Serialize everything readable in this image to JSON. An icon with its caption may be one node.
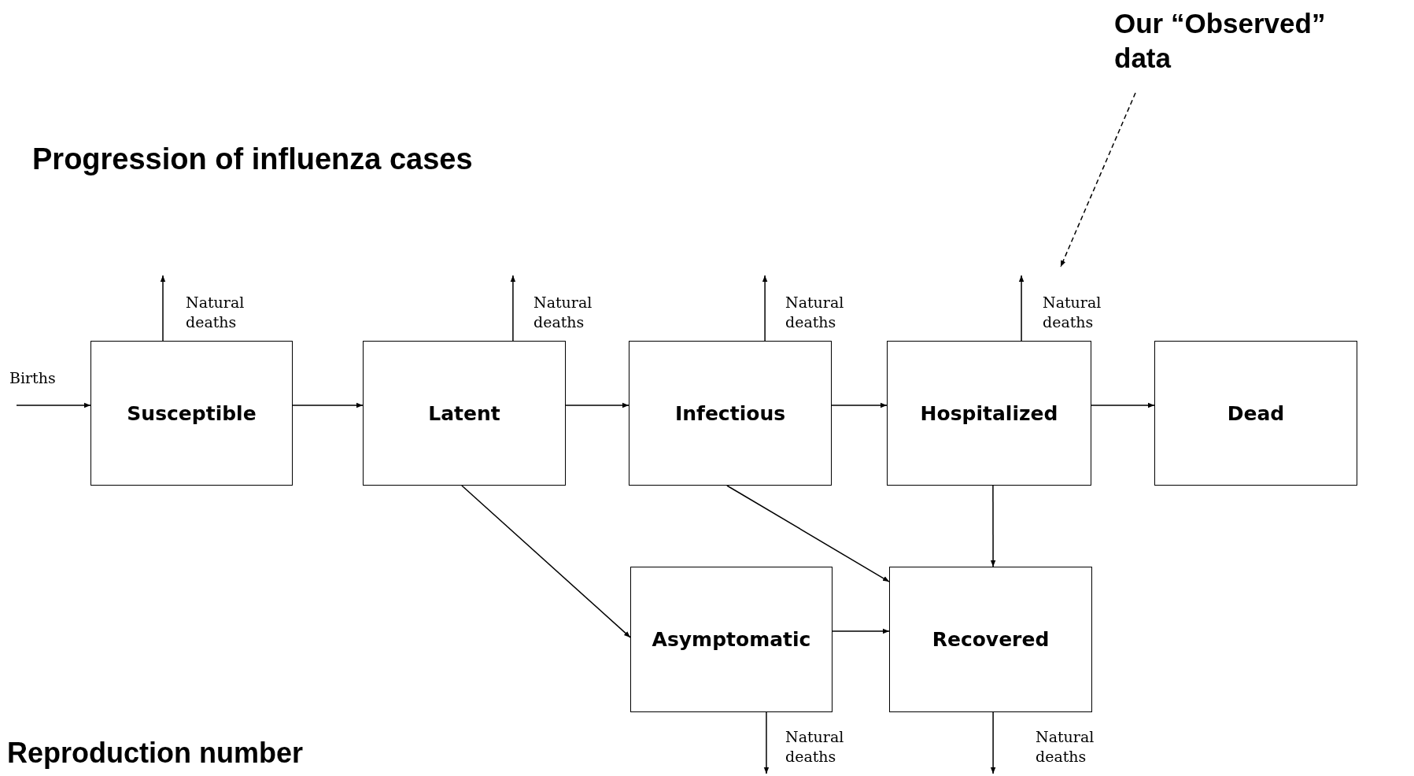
{
  "diagram": {
    "title": "Progression of influenza cases",
    "nodes": [
      {
        "text": [
          "Susceptible"
        ]
      },
      {
        "text": [
          "Latent"
        ]
      },
      {
        "text": [
          "Infectious"
        ]
      },
      {
        "text": [
          "Hospitalized"
        ]
      },
      {
        "text": [
          "Dead"
        ]
      },
      {
        "text": [
          "Asymptomatic"
        ]
      },
      {
        "text": [
          "Recovered"
        ]
      },
      {
        "text": [
          "Our “Observed” data"
        ]
      }
    ],
    "edges": [
      {
        "from": null,
        "to": 0,
        "arrow": "to",
        "label": "Births"
      },
      {
        "from": 0,
        "to": null,
        "arrow": "to",
        "label": "Natural deaths"
      },
      {
        "from": 0,
        "to": 1,
        "arrow": "to"
      },
      {
        "from": 1,
        "to": null,
        "arrow": "to",
        "label": "Natural deaths"
      },
      {
        "from": 1,
        "to": 2,
        "arrow": "to"
      },
      {
        "from": 2,
        "to": null,
        "arrow": "to",
        "label": "Natural deaths"
      },
      {
        "from": 2,
        "to": 3,
        "arrow": "to"
      },
      {
        "from": 3,
        "to": null,
        "arrow": "to",
        "label": "Natural deaths"
      },
      {
        "from": 3,
        "to": 4,
        "arrow": "to"
      },
      {
        "from": 1,
        "to": 5,
        "arrow": "to"
      },
      {
        "from": 2,
        "to": 6,
        "arrow": "to"
      },
      {
        "from": 3,
        "to": 6,
        "arrow": "to"
      },
      {
        "from": 5,
        "to": 6,
        "arrow": "to"
      },
      {
        "from": 5,
        "to": null,
        "arrow": "to",
        "label": "Natural deaths"
      },
      {
        "from": 6,
        "to": null,
        "arrow": "to",
        "label": "Natural deaths"
      },
      {
        "from": 7,
        "to": null,
        "arrow": "to",
        "style": "dashed"
      }
    ],
    "labels": [
      "Reproduction number"
    ]
  }
}
